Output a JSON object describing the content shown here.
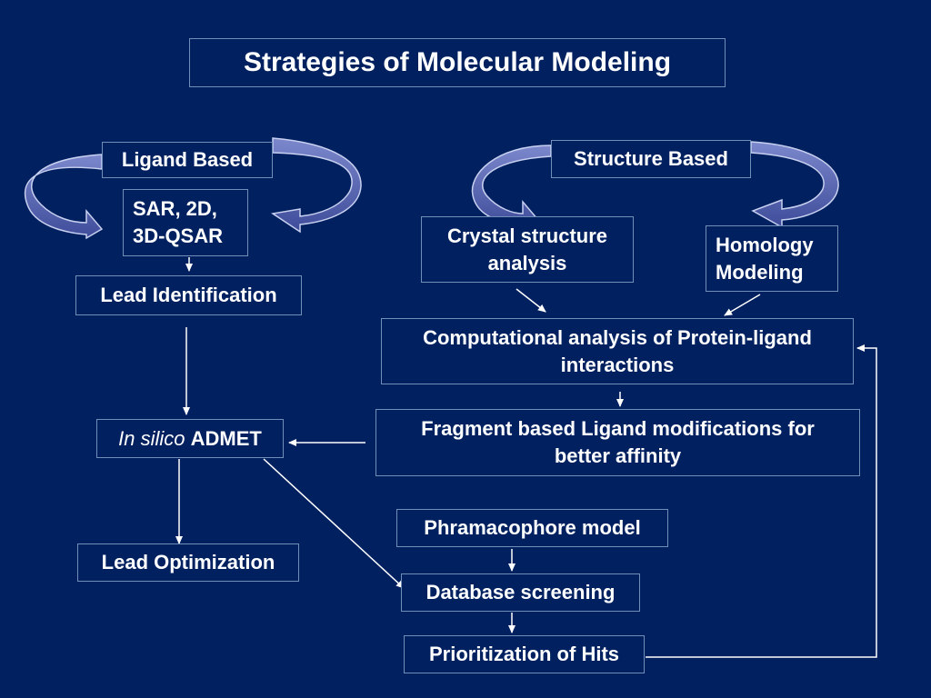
{
  "title": "Strategies of Molecular Modeling",
  "ligand_based": "Ligand Based",
  "sar": "SAR, 2D, 3D-QSAR",
  "sar_line1": "SAR, 2D,",
  "sar_line2": "3D-QSAR",
  "lead_identification": "Lead Identification",
  "in_silico_italic": "In silico",
  "admet": "ADMET",
  "lead_optimization": "Lead Optimization",
  "structure_based": "Structure Based",
  "crystal_line1": "Crystal structure",
  "crystal_line2": "analysis",
  "homology_line1": "Homology",
  "homology_line2": "Modeling",
  "comp_line1": "Computational analysis of Protein-ligand",
  "comp_line2": "interactions",
  "frag_line1": "Fragment based Ligand modifications for",
  "frag_line2": "better affinity",
  "pharmacophore": "Phramacophore model",
  "database_screening": "Database screening",
  "prioritization": "Prioritization of Hits",
  "colors": {
    "background": "#002060",
    "border": "#6f8fb8",
    "curved_arrow_fill": "#5a6ab8",
    "arrow": "#ffffff"
  }
}
